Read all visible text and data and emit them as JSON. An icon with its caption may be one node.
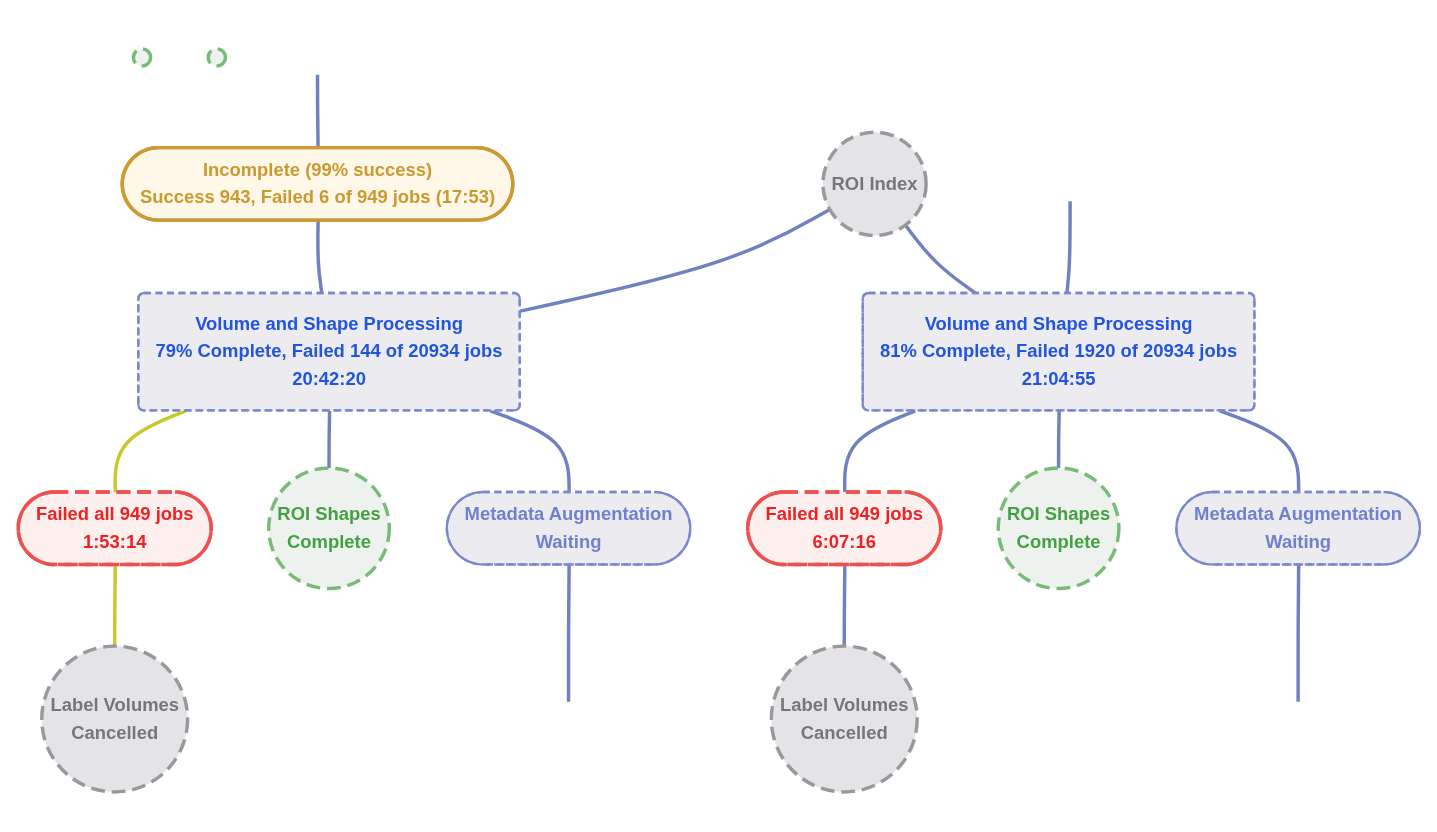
{
  "diagram": {
    "nodes": [
      {
        "text": [
          "ROI Index"
        ]
      },
      {
        "text": [
          "Incomplete (99% success)",
          "Success 943, Failed 6 of 949 jobs (17:53)"
        ]
      },
      {
        "text": [
          "Volume and Shape Processing",
          "79% Complete, Failed 144 of 20934 jobs",
          "20:42:20"
        ]
      },
      {
        "text": [
          "Failed all 949 jobs",
          "1:53:14"
        ]
      },
      {
        "text": [
          "Label Volumes",
          "Cancelled"
        ]
      },
      {
        "text": [
          "ROI Shapes",
          "Complete"
        ]
      },
      {
        "text": [
          "Metadata Augmentation",
          "Waiting"
        ]
      },
      {
        "text": [
          "Volume and Shape Processing",
          "81% Complete, Failed 1920 of 20934 jobs",
          "21:04:55"
        ]
      },
      {
        "text": [
          "Failed all 949 jobs",
          "6:07:16"
        ]
      },
      {
        "text": [
          "Label Volumes",
          "Cancelled"
        ]
      },
      {
        "text": [
          "ROI Shapes",
          "Complete"
        ]
      },
      {
        "text": [
          "Metadata Augmentation",
          "Waiting"
        ]
      },
      {
        "text": [],
        "shape": "circle"
      },
      {
        "text": [],
        "shape": "circle"
      }
    ],
    "edges": [
      {
        "from": null,
        "to": 1,
        "arrow": "none"
      },
      {
        "from": 1,
        "to": 2,
        "arrow": "none"
      },
      {
        "from": 0,
        "to": 2,
        "arrow": "none"
      },
      {
        "from": 0,
        "to": 7,
        "arrow": "none"
      },
      {
        "from": null,
        "to": 7,
        "arrow": "none"
      },
      {
        "from": 2,
        "to": 3,
        "arrow": "none",
        "color": "#c8c828"
      },
      {
        "from": 3,
        "to": 4,
        "arrow": "none",
        "color": "#c8c828"
      },
      {
        "from": 2,
        "to": 5,
        "arrow": "none"
      },
      {
        "from": 2,
        "to": 6,
        "arrow": "none"
      },
      {
        "from": 7,
        "to": 8,
        "arrow": "none"
      },
      {
        "from": 8,
        "to": 9,
        "arrow": "none"
      },
      {
        "from": 7,
        "to": 10,
        "arrow": "none"
      },
      {
        "from": 7,
        "to": 11,
        "arrow": "none"
      },
      {
        "from": 6,
        "to": null,
        "arrow": "none"
      },
      {
        "from": 11,
        "to": null,
        "arrow": "none"
      }
    ]
  }
}
